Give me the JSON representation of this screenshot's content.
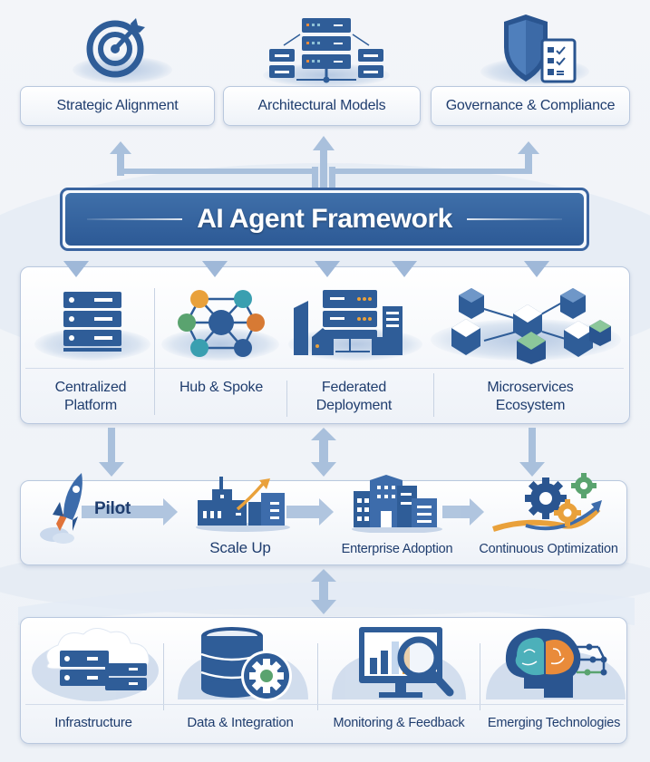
{
  "top_row": {
    "items": [
      {
        "label": "Strategic Alignment",
        "icon": "target-icon"
      },
      {
        "label": "Architectural Models",
        "icon": "server-network-icon"
      },
      {
        "label": "Governance & Compliance",
        "icon": "shield-checklist-icon"
      }
    ]
  },
  "framework": {
    "title": "AI Agent Framework"
  },
  "models": {
    "items": [
      {
        "label_line1": "Centralized",
        "label_line2": "Platform",
        "icon": "server-stack-icon"
      },
      {
        "label_line1": "Hub & Spoke",
        "label_line2": "",
        "icon": "hub-spoke-network-icon"
      },
      {
        "label_line1": "Federated",
        "label_line2": "Deployment",
        "icon": "federated-buildings-icon"
      },
      {
        "label_line1": "Microservices",
        "label_line2": "Ecosystem",
        "icon": "cubes-network-icon"
      }
    ]
  },
  "journey": {
    "stages": [
      {
        "label": "Pilot",
        "icon": "rocket-icon"
      },
      {
        "label": "Scale Up",
        "icon": "factory-growth-icon"
      },
      {
        "label": "Enterprise Adoption",
        "icon": "office-buildings-icon"
      },
      {
        "label": "Continuous Optimization",
        "icon": "gears-icon"
      }
    ]
  },
  "foundations": {
    "items": [
      {
        "label": "Infrastructure",
        "icon": "cloud-servers-icon"
      },
      {
        "label": "Data & Integration",
        "icon": "database-gear-icon"
      },
      {
        "label": "Monitoring & Feedback",
        "icon": "monitor-magnifier-icon"
      },
      {
        "label": "Emerging Technologies",
        "icon": "brain-circuit-icon"
      }
    ]
  },
  "colors": {
    "primary": "#2d5a96",
    "dark_blue": "#1f3d6e",
    "arrow": "#a9c0dc",
    "orange": "#e98b3a",
    "green": "#5aa36f",
    "teal": "#3a9fb0"
  }
}
